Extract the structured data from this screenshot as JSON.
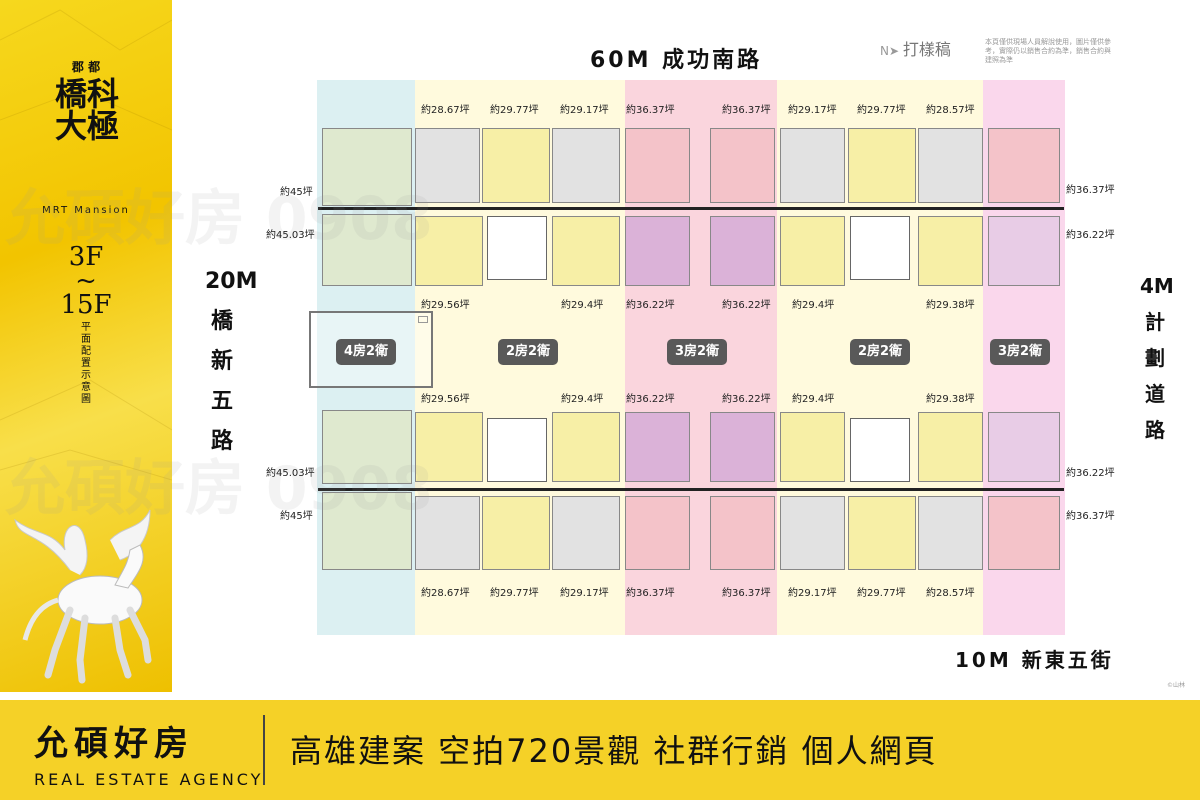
{
  "project": {
    "small_title": "郡 都",
    "title": "橋科大極",
    "subtitle_en": "MRT Mansion",
    "floor_from": "3F",
    "floor_sep": "~",
    "floor_to": "15F",
    "note": "平面配置示意圖"
  },
  "roads": {
    "top": "60M  成功南路",
    "bottom": "10M  新東五街",
    "left": "20M橋新五路",
    "right": "4M計劃道路"
  },
  "draft_label": "打樣稿",
  "draft_note": "本頁僅供現場人員解說使用，圖片僅供參考，實際仍以銷售合約為準，銷售合約與建照為準",
  "room_types": [
    "4房2衛",
    "2房2衛",
    "3房2衛",
    "2房2衛",
    "3房2衛"
  ],
  "areas": {
    "top_row": [
      "約28.67坪",
      "約29.77坪",
      "約29.17坪",
      "約36.37坪",
      "約36.37坪",
      "約29.17坪",
      "約29.77坪",
      "約28.57坪"
    ],
    "upper_mid": [
      "約29.56坪",
      "約29.4坪",
      "約36.22坪",
      "約36.22坪",
      "約29.4坪",
      "約29.38坪"
    ],
    "lower_mid": [
      "約29.56坪",
      "約29.4坪",
      "約36.22坪",
      "約36.22坪",
      "約29.4坪",
      "約29.38坪"
    ],
    "bottom_row": [
      "約28.67坪",
      "約29.77坪",
      "約29.17坪",
      "約36.37坪",
      "約36.37坪",
      "約29.17坪",
      "約29.77坪",
      "約28.57坪"
    ],
    "left_side": [
      "約45坪",
      "約45.03坪",
      "約45.03坪",
      "約45坪"
    ],
    "right_side": [
      "約36.37坪",
      "約36.22坪",
      "約36.22坪",
      "約36.37坪"
    ]
  },
  "watermark": "允碩好房 0908",
  "footer": {
    "brand": "允碩好房",
    "brand_en": "REAL ESTATE AGENCY",
    "tagline": "高雄建案 空拍720景觀  社群行銷  個人網頁"
  },
  "copyright": "©山林"
}
